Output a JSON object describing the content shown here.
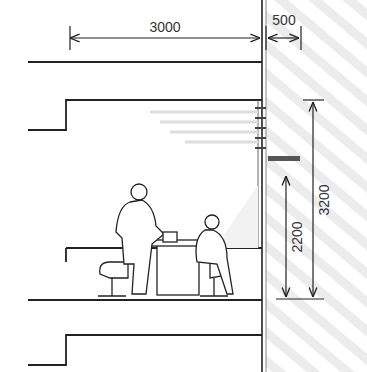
{
  "diagram": {
    "labels": [
      "3000",
      "500",
      "2200",
      "3200"
    ]
  }
}
